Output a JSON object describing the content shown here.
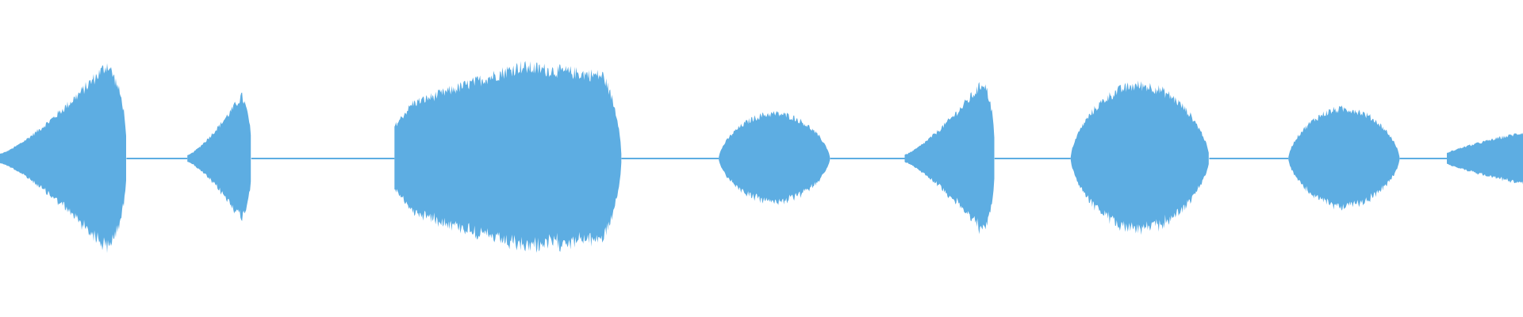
{
  "waveform": {
    "color": "#5dade2",
    "background": "#ffffff",
    "segments": [
      {
        "start": 0.0,
        "end": 0.083,
        "peak": 0.8,
        "attack": 0.85,
        "shape": "rise"
      },
      {
        "start": 0.123,
        "end": 0.165,
        "peak": 0.53,
        "attack": 0.85,
        "shape": "rise"
      },
      {
        "start": 0.259,
        "end": 0.408,
        "peak": 0.78,
        "attack": 0.4,
        "shape": "plateau"
      },
      {
        "start": 0.472,
        "end": 0.545,
        "peak": 0.38,
        "attack": 0.45,
        "shape": "bump"
      },
      {
        "start": 0.594,
        "end": 0.653,
        "peak": 0.65,
        "attack": 0.88,
        "shape": "rise"
      },
      {
        "start": 0.703,
        "end": 0.794,
        "peak": 0.62,
        "attack": 0.5,
        "shape": "bump"
      },
      {
        "start": 0.846,
        "end": 0.919,
        "peak": 0.42,
        "attack": 0.5,
        "shape": "bump"
      },
      {
        "start": 0.95,
        "end": 1.0,
        "peak": 0.22,
        "attack": 0.7,
        "shape": "fade-in"
      }
    ],
    "baseline_amplitude": 0.004
  }
}
